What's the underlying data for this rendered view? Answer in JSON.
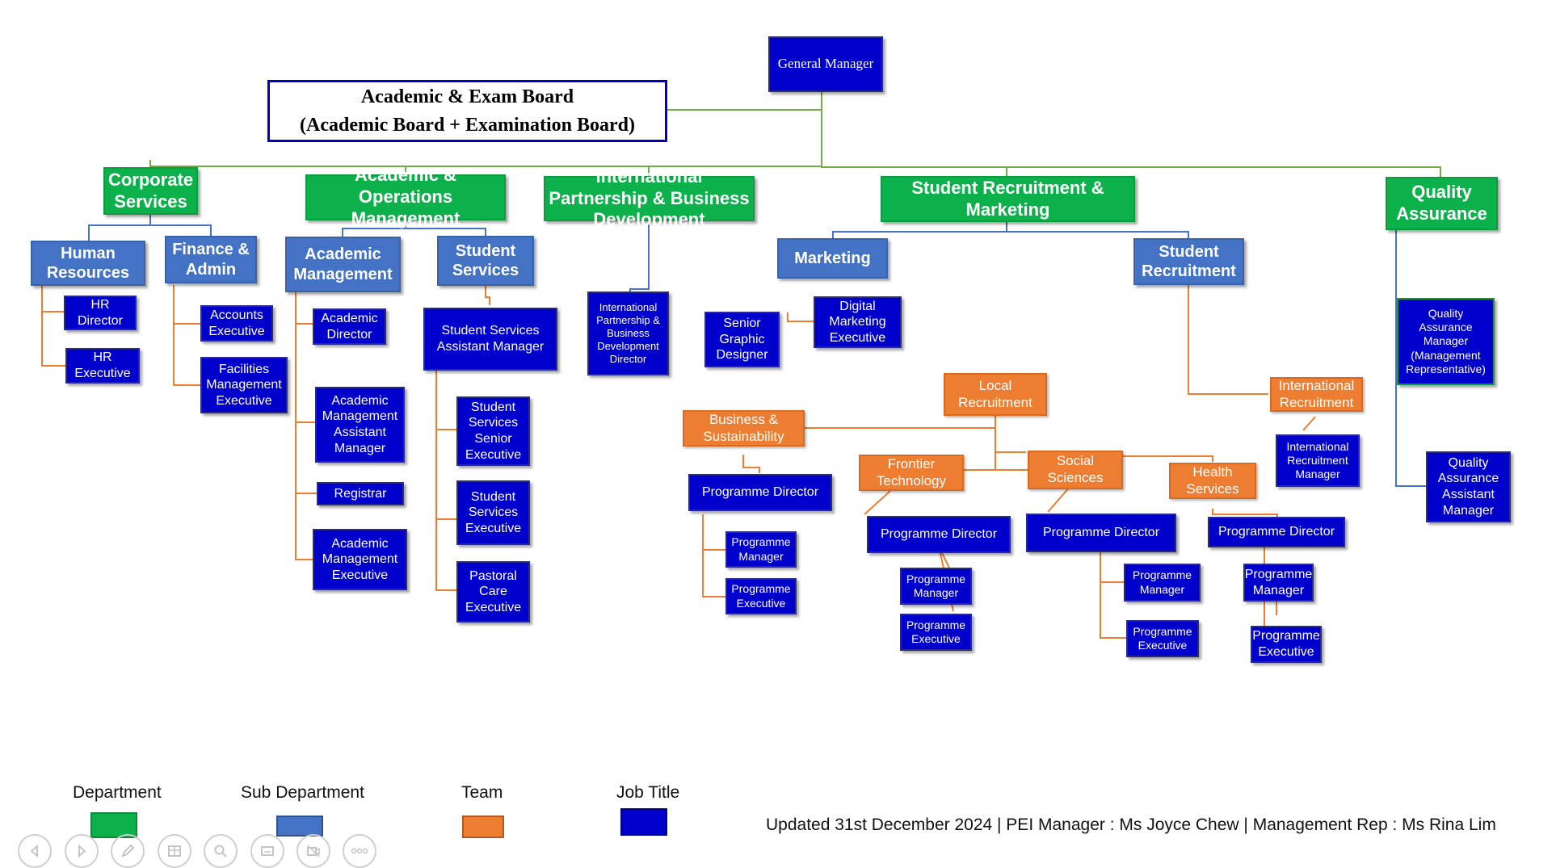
{
  "title_node": "General Manager",
  "board": {
    "line1": "Academic & Exam Board",
    "line2": "(Academic Board + Examination Board)"
  },
  "departments": {
    "corporate": "Corporate Services",
    "academic_ops": "Academic & Operations Management",
    "intl_partnership": "International Partnership & Business Development",
    "recruitment_marketing": "Student Recruitment & Marketing",
    "quality": "Quality Assurance"
  },
  "sub_departments": {
    "hr": "Human Resources",
    "finance": "Finance & Admin",
    "academic_mgmt": "Academic Management",
    "student_services": "Student Services",
    "marketing": "Marketing",
    "student_recruitment": "Student Recruitment"
  },
  "teams": {
    "local": "Local Recruitment",
    "international": "International Recruitment",
    "business": "Business & Sustainability",
    "frontier": "Frontier Technology",
    "social": "Social Sciences",
    "health": "Health Services"
  },
  "jobs": {
    "hr_director": "HR Director",
    "hr_exec": "HR Executive",
    "accounts_exec": "Accounts Executive",
    "facilities_exec": "Facilities Management Executive",
    "academic_director": "Academic Director",
    "acad_asst_mgr": "Academic Management Assistant Manager",
    "registrar": "Registrar",
    "acad_exec": "Academic Management Executive",
    "ss_asst_mgr": "Student Services Assistant Manager",
    "ss_senior_exec": "Student Services Senior Executive",
    "ss_exec": "Student Services Executive",
    "pastoral": "Pastoral Care Executive",
    "ipbd_director": "International Partnership & Business Development Director",
    "graphic_designer": "Senior Graphic Designer",
    "digital_exec": "Digital Marketing Executive",
    "intl_rec_mgr": "International Recruitment Manager",
    "qa_manager": "Quality Assurance Manager (Management Representative)",
    "qa_asst_mgr": "Quality Assurance Assistant Manager",
    "pd_business": "Programme Director",
    "pm_business": "Programme Manager",
    "pe_business": "Programme Executive",
    "pd_frontier": "Programme Director",
    "pm_frontier": "Programme Manager",
    "pe_frontier": "Programme Executive",
    "pd_social": "Programme Director",
    "pm_social": "Programme Manager",
    "pe_social": "Programme Executive",
    "pd_health": "Programme Director",
    "pm_health": "Programme Manager",
    "pe_health": "Programme Executive"
  },
  "legend": {
    "department": "Department",
    "sub_department": "Sub Department",
    "team": "Team",
    "job_title": "Job Title"
  },
  "footer": "Updated 31st December 2024 | PEI Manager : Ms Joyce Chew | Management  Rep : Ms Rina Lim",
  "colors": {
    "department": "#0db14b",
    "sub_department": "#4472c4",
    "team": "#ed7d31",
    "job_title": "#0000cc",
    "green_line": "#70ad47",
    "blue_line": "#4472c4",
    "orange_line": "#ed7d31"
  },
  "controls": [
    "previous-icon",
    "next-icon",
    "pen-icon",
    "slides-icon",
    "zoom-icon",
    "subtitles-icon",
    "video-off-icon",
    "more-icon"
  ]
}
